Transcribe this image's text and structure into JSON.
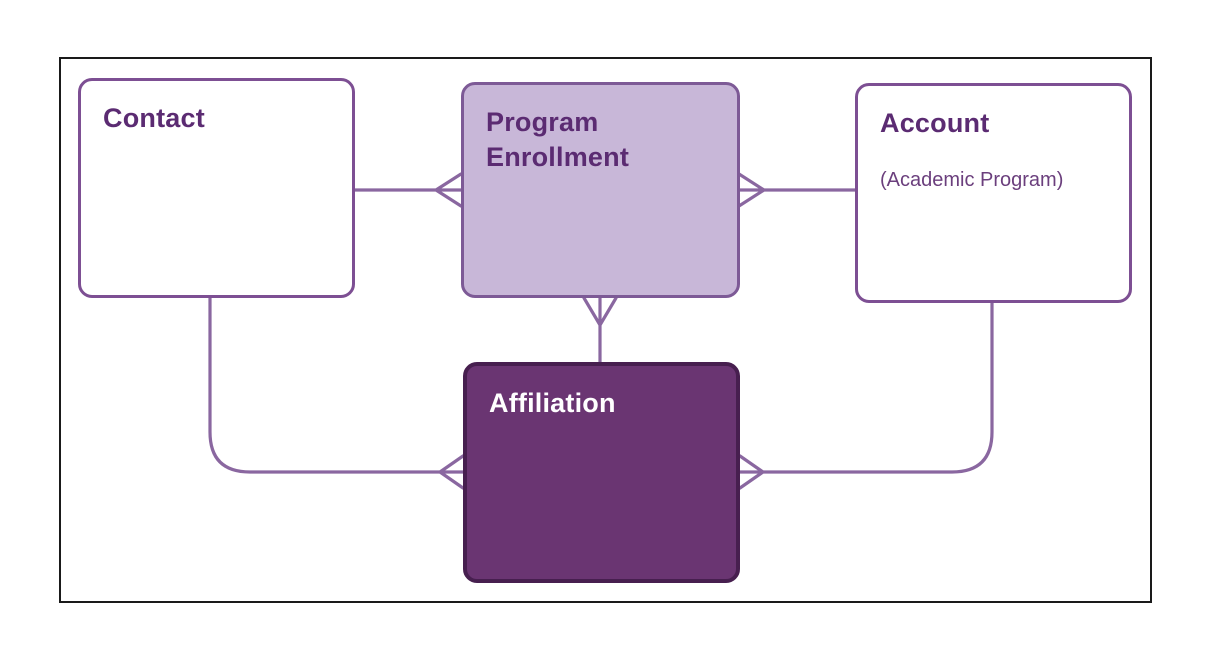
{
  "diagram": {
    "entities": {
      "contact": {
        "label": "Contact"
      },
      "program_enrollment": {
        "label": "Program Enrollment"
      },
      "account": {
        "label": "Account",
        "sublabel": "(Academic Program)"
      },
      "affiliation": {
        "label": "Affiliation"
      }
    },
    "relationships": [
      {
        "from": "Contact",
        "to": "Program Enrollment",
        "type": "one-to-many",
        "crows_foot_at": "Program Enrollment"
      },
      {
        "from": "Account",
        "to": "Program Enrollment",
        "type": "one-to-many",
        "crows_foot_at": "Program Enrollment"
      },
      {
        "from": "Affiliation",
        "to": "Program Enrollment",
        "type": "one-to-many",
        "crows_foot_at": "Program Enrollment"
      },
      {
        "from": "Contact",
        "to": "Affiliation",
        "type": "one-to-many",
        "crows_foot_at": "Affiliation"
      },
      {
        "from": "Account",
        "to": "Affiliation",
        "type": "one-to-many",
        "crows_foot_at": "Affiliation"
      }
    ],
    "colors": {
      "frame_border": "#1a1a1a",
      "entity_border": "#7d4f93",
      "connector": "#8a67a0",
      "title_text": "#5b2b72",
      "subtitle_text": "#6b3f7d",
      "light_fill": "#c8b7d8",
      "dark_fill": "#6a3572",
      "dark_border": "#471f4f",
      "dark_text": "#ffffff"
    }
  }
}
